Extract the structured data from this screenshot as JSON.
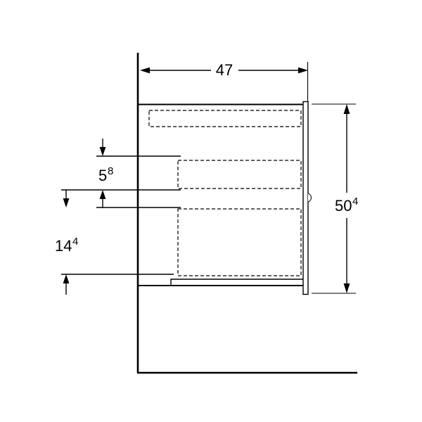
{
  "drawing": {
    "colors": {
      "line": "#000000",
      "background": "#ffffff"
    },
    "labels": {
      "width": {
        "base": "47"
      },
      "height": {
        "base": "50",
        "sup": "4"
      },
      "shelf_gap": {
        "base": "5",
        "sup": "8"
      },
      "bottom_clearance": {
        "base": "14",
        "sup": "4"
      }
    }
  }
}
